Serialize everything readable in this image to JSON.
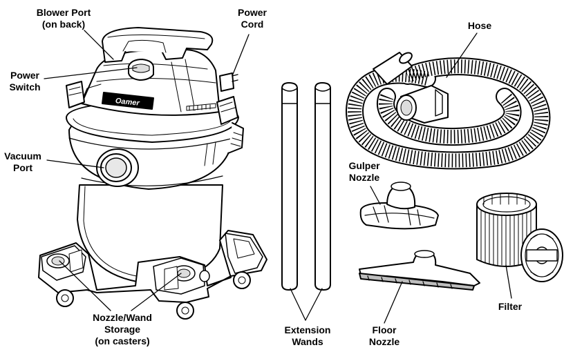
{
  "labels": {
    "blower_port": [
      "Blower Port",
      "(on back)"
    ],
    "power_cord": [
      "Power",
      "Cord"
    ],
    "hose": [
      "Hose"
    ],
    "power_switch": [
      "Power",
      "Switch"
    ],
    "vacuum_port": [
      "Vacuum",
      "Port"
    ],
    "gulper_nozzle": [
      "Gulper",
      "Nozzle"
    ],
    "filter": [
      "Filter"
    ],
    "nozzle_wand_storage": [
      "Nozzle/Wand",
      "Storage",
      "(on casters)"
    ],
    "extension_wands": [
      "Extension",
      "Wands"
    ],
    "floor_nozzle": [
      "Floor",
      "Nozzle"
    ]
  },
  "brand_logo_text": "Oamer",
  "colors": {
    "ink": "#000000",
    "background": "#ffffff",
    "shade": "#bdbdbd"
  }
}
